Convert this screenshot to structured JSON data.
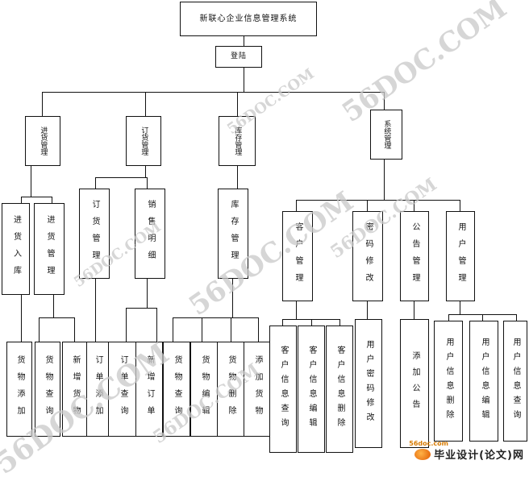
{
  "title": "新联心企业信息管理系统",
  "login": "登陆",
  "modules": {
    "purchase": "进货管理",
    "order": "订货管理",
    "inventory": "库存管理",
    "system": "系统管理"
  },
  "submodules": {
    "stock_in": "进货入库",
    "purchase_mgmt": "进货管理",
    "order_mgmt": "订货管理",
    "sales_detail": "销售明细",
    "inventory_mgmt": "库存管理",
    "customer_mgmt": "客户管理",
    "password_change": "密码修改",
    "notice_mgmt": "公告管理",
    "user_mgmt": "用户管理"
  },
  "leaves": {
    "goods_add": "货物添加",
    "goods_query": "货物查询",
    "new_goods": "新增货物",
    "order_add": "订单添加",
    "order_query": "订单查询",
    "new_order": "新增订单",
    "inv_goods_query": "货物查询",
    "goods_edit": "货物编辑",
    "goods_delete": "货物删除",
    "inv_add_goods": "添加货物",
    "cust_query": "客户信息查询",
    "cust_edit": "客户信息编辑",
    "cust_delete": "客户信息删除",
    "user_pwd_change": "用户密码修改",
    "add_notice": "添加公告",
    "user_delete": "用户信息删除",
    "user_edit": "用户信息编辑",
    "user_query": "用户信息查询"
  },
  "watermark": "56DOC.COM",
  "footer": {
    "brand": "毕业设计(论文)网",
    "site": "56doc.com"
  }
}
